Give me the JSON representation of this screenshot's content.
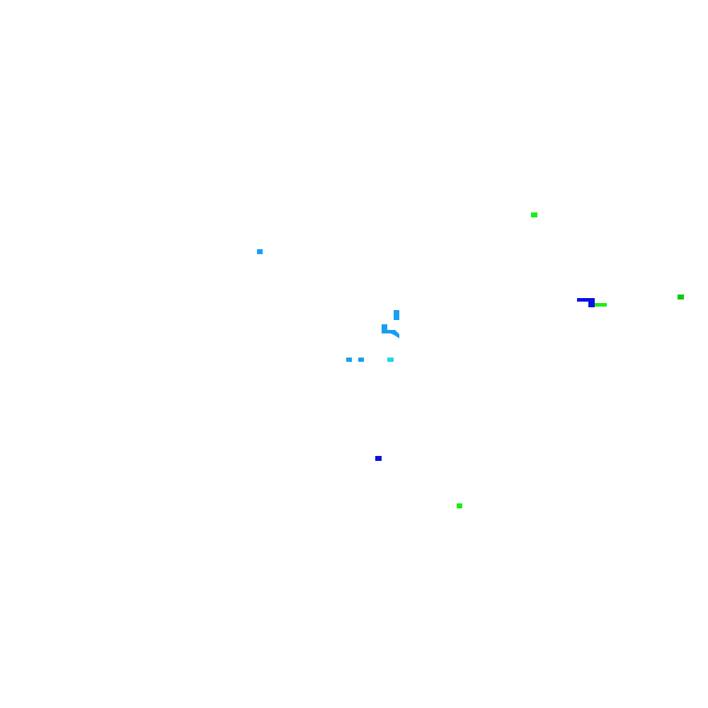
{
  "palette": {
    "background": "#ffffff",
    "light_blue": "#1a9ef0",
    "cyan": "#1ad8e8",
    "blue": "#0a10e0",
    "green": "#1aee1a",
    "dark_green": "#10c810"
  },
  "marks": [
    {
      "name": "light-blue-square-mark",
      "color": "light_blue"
    },
    {
      "name": "green-square-mark-upper",
      "color": "green"
    },
    {
      "name": "green-square-mark-right",
      "color": "dark_green"
    },
    {
      "name": "blue-bar-mark",
      "color": "blue"
    },
    {
      "name": "blue-notch-mark",
      "color": "blue"
    },
    {
      "name": "green-bar-mark",
      "color": "green"
    },
    {
      "name": "light-blue-vertical-mark",
      "color": "light_blue"
    },
    {
      "name": "light-blue-bracket-mark",
      "color": "light_blue"
    },
    {
      "name": "light-blue-diagonal-mark",
      "color": "light_blue"
    },
    {
      "name": "light-blue-dot-mark-left",
      "color": "light_blue"
    },
    {
      "name": "light-blue-dot-mark-right",
      "color": "light_blue"
    },
    {
      "name": "cyan-dot-mark",
      "color": "cyan"
    },
    {
      "name": "blue-square-mark-lower",
      "color": "blue"
    },
    {
      "name": "green-square-mark-lower",
      "color": "green"
    }
  ]
}
